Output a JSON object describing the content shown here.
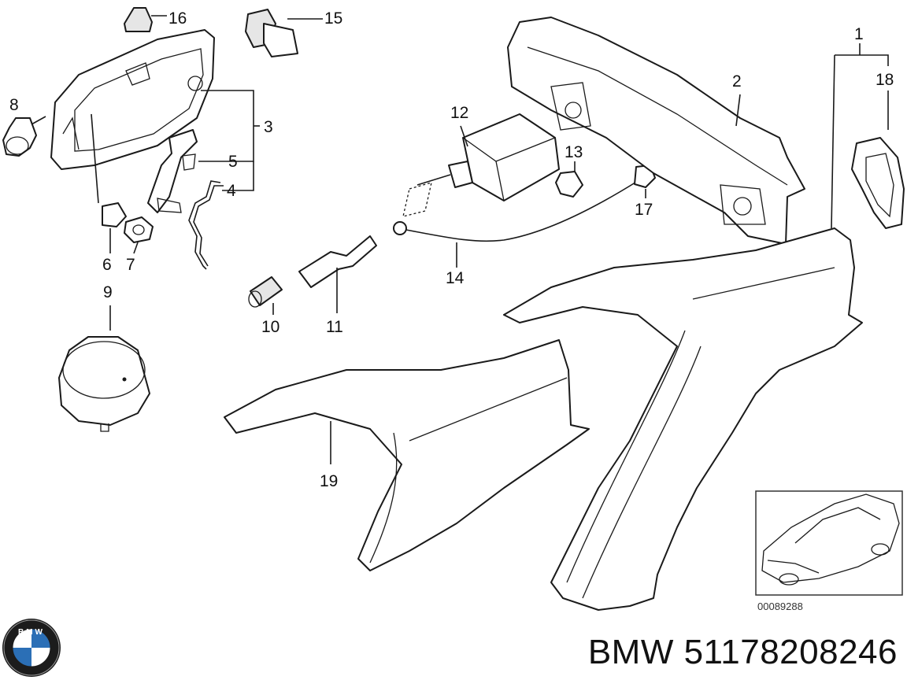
{
  "callouts": [
    "1",
    "2",
    "3",
    "4",
    "5",
    "6",
    "7",
    "8",
    "9",
    "10",
    "11",
    "12",
    "13",
    "14",
    "15",
    "16",
    "17",
    "18",
    "19"
  ],
  "drawing_code": "00089288",
  "catalog_label": "BMW 51178208246",
  "logo_text": "BMW",
  "colors": {
    "line": "#1a1a1a",
    "background": "#ffffff",
    "logo_blue": "#2b6fb6"
  }
}
